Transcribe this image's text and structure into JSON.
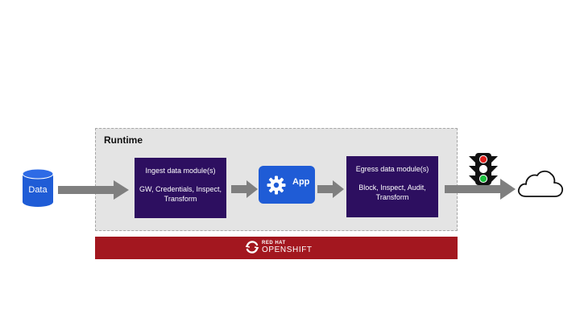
{
  "runtime": {
    "label": "Runtime"
  },
  "data_source": {
    "label": "Data",
    "icon": "database-icon",
    "color": "#1f5cd6"
  },
  "ingest": {
    "title": "Ingest data module(s)",
    "description": "GW, Credentials, Inspect, Transform"
  },
  "app": {
    "label": "App",
    "icon": "gear-icon"
  },
  "egress": {
    "title": "Egress data module(s)",
    "description": "Block, Inspect, Audit, Transform"
  },
  "platform": {
    "brand_top": "RED HAT",
    "brand_bottom": "OPENSHIFT",
    "color": "#a3171f"
  },
  "destination": {
    "icon": "cloud-icon"
  },
  "policy": {
    "icon": "traffic-light-icon"
  },
  "colors": {
    "module": "#2d0f60",
    "app": "#1f5cd6",
    "arrow": "#7f7f7f",
    "runtime": "#e4e4e4"
  }
}
